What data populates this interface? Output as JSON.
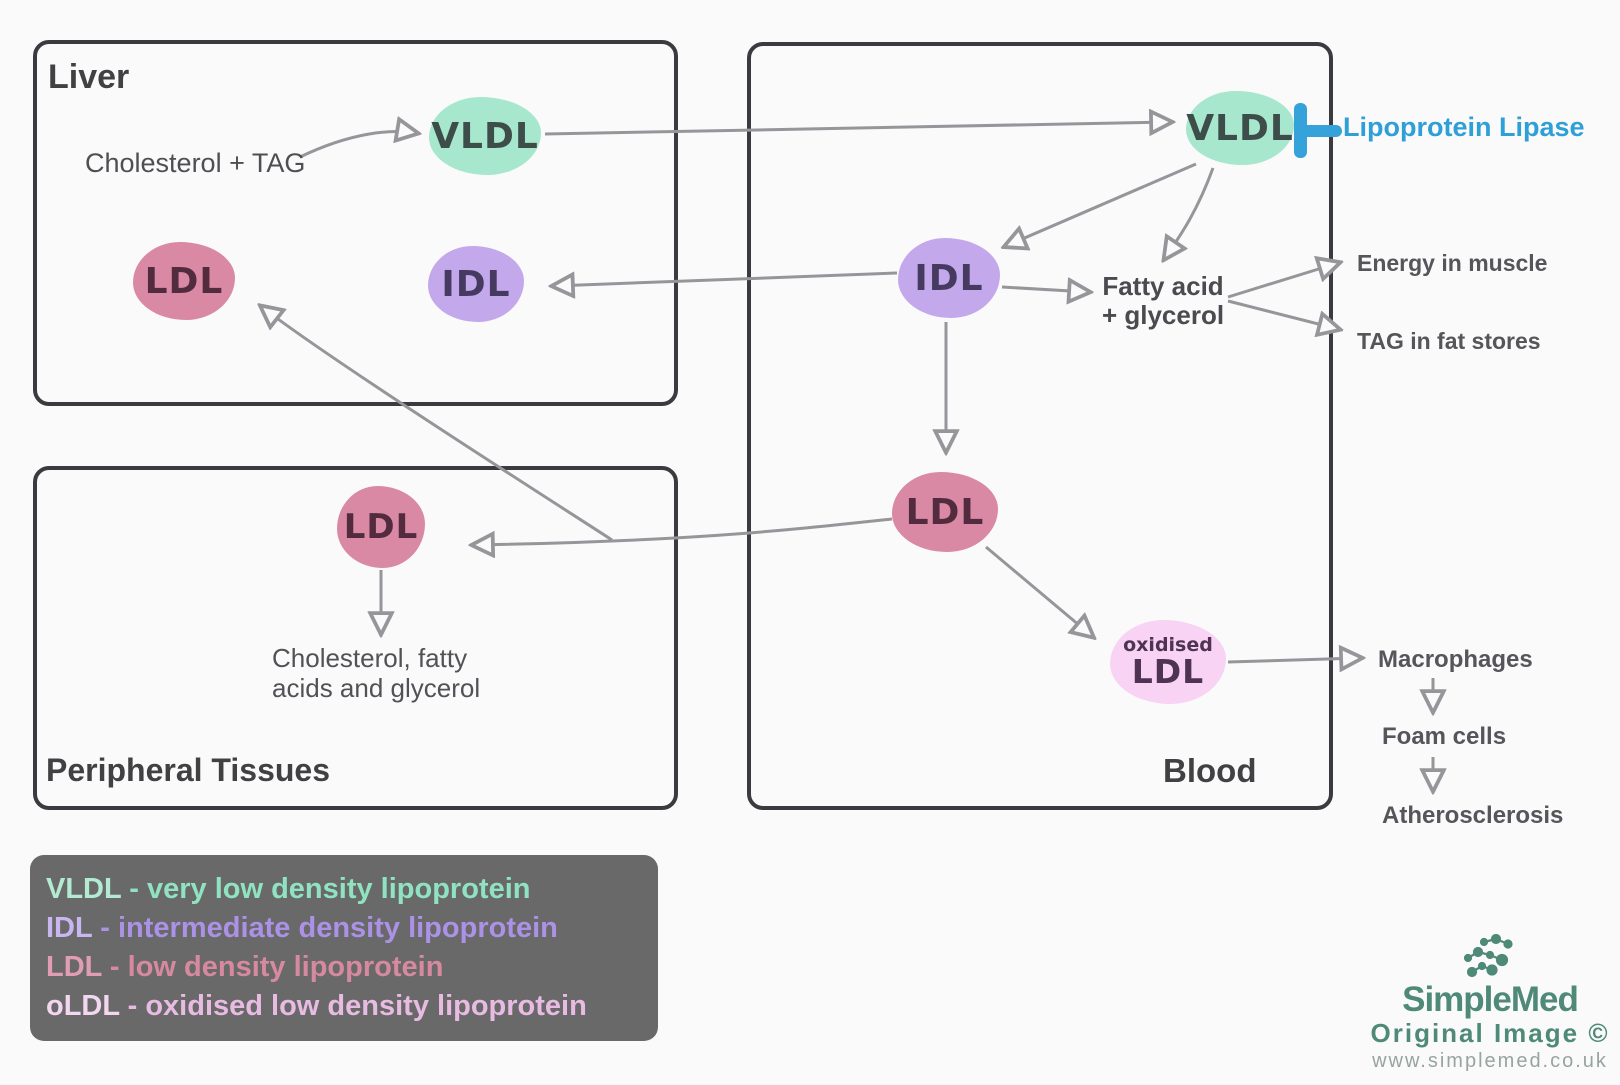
{
  "title_boxes": {
    "liver": "Liver",
    "peripheral": "Peripheral Tissues",
    "blood": "Blood"
  },
  "nodes": {
    "liver_vldl": {
      "label": "VLDL",
      "color": "#a6e7cd"
    },
    "liver_ldl": {
      "label": "LDL",
      "color": "#d989a3"
    },
    "liver_idl": {
      "label": "IDL",
      "color": "#c4a8ec"
    },
    "blood_vldl": {
      "label": "VLDL",
      "color": "#a6e7cd"
    },
    "blood_idl": {
      "label": "IDL",
      "color": "#c4a8ec"
    },
    "blood_ldl": {
      "label": "LDL",
      "color": "#d989a3"
    },
    "pt_ldl": {
      "label": "LDL",
      "color": "#d989a3"
    },
    "oxidised_ldl": {
      "label_top": "oxidised",
      "label": "LDL",
      "color": "#f8d3f4"
    }
  },
  "labels": {
    "cholesterol_tag": "Cholesterol + TAG",
    "lipoprotein_lipase": "Lipoprotein Lipase",
    "fatty_acid_1": "Fatty acid",
    "fatty_acid_2": "+ glycerol",
    "energy_muscle": "Energy in muscle",
    "tag_fat_stores": "TAG in fat stores",
    "macrophages": "Macrophages",
    "foam_cells": "Foam cells",
    "atherosclerosis": "Atherosclerosis",
    "chol_fatty_1": "Cholesterol, fatty",
    "chol_fatty_2": "acids and glycerol"
  },
  "legend": {
    "background": "#696969",
    "items": [
      {
        "term": "VLDL",
        "desc": "- very low density lipoprotein",
        "term_color": "#b2ebd2",
        "desc_color": "#90e3c1"
      },
      {
        "term": "IDL",
        "desc": "- intermediate density lipoprotein",
        "term_color": "#c9b6f0",
        "desc_color": "#ab92e6"
      },
      {
        "term": "LDL",
        "desc": "- low density lipoprotein",
        "term_color": "#e09db3",
        "desc_color": "#d6899f"
      },
      {
        "term": "oLDL",
        "desc": "- oxidised low density lipoprotein",
        "term_color": "#f3d6ef",
        "desc_color": "#e8bbe3"
      }
    ]
  },
  "watermark": {
    "brand": "SimpleMed",
    "line2": "Original Image ©",
    "line3": "www.simplemed.co.uk",
    "brand_color": "#4e8a77",
    "url_color": "#97a59e"
  },
  "colors": {
    "background": "#fbfafb",
    "box_border": "#3b3b3f",
    "arrow": "#96969a",
    "lipase_blue": "#2f9fd8",
    "heading_text": "#414144",
    "body_text": "#515156"
  }
}
